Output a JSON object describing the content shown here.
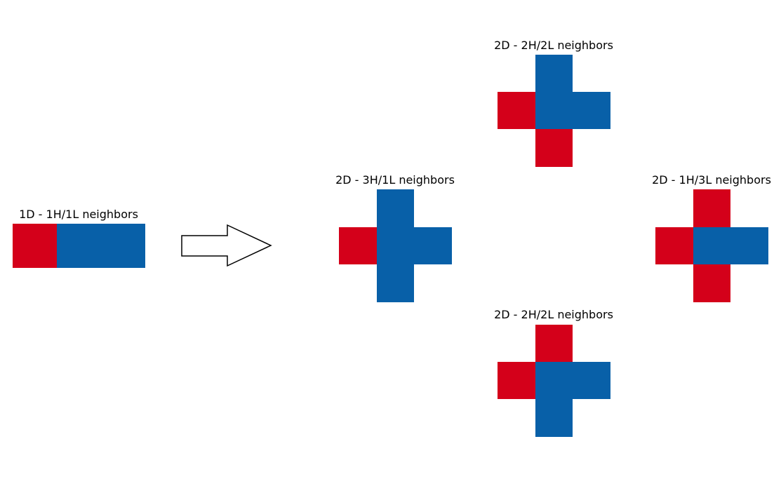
{
  "colors": {
    "high": "#0860A8",
    "low": "#D4001A",
    "arrow_fill": "#ffffff",
    "arrow_stroke": "#000000",
    "background": "#ffffff"
  },
  "legend_semantics": {
    "H": "blue cell",
    "L": "red cell"
  },
  "figures": {
    "one_d": {
      "title": "1D - 1H/1L neighbors",
      "cells": [
        {
          "role": "low"
        },
        {
          "role": "center-high"
        },
        {
          "role": "high"
        }
      ]
    },
    "top": {
      "title": "2D - 2H/2L neighbors",
      "cells": {
        "up": "high",
        "left": "low",
        "center": "high",
        "right": "high",
        "down": "low"
      }
    },
    "left": {
      "title": "2D - 3H/1L neighbors",
      "cells": {
        "up": "high",
        "left": "low",
        "center": "high",
        "right": "high",
        "down": "high"
      }
    },
    "right": {
      "title": "2D - 1H/3L neighbors",
      "cells": {
        "up": "low",
        "left": "low",
        "center": "high",
        "right": "high",
        "down": "low"
      }
    },
    "bottom": {
      "title": "2D - 2H/2L neighbors",
      "cells": {
        "up": "low",
        "left": "low",
        "center": "high",
        "right": "high",
        "down": "high"
      }
    }
  },
  "arrow": {
    "direction": "right",
    "icon": "hollow-arrow-right-icon"
  }
}
